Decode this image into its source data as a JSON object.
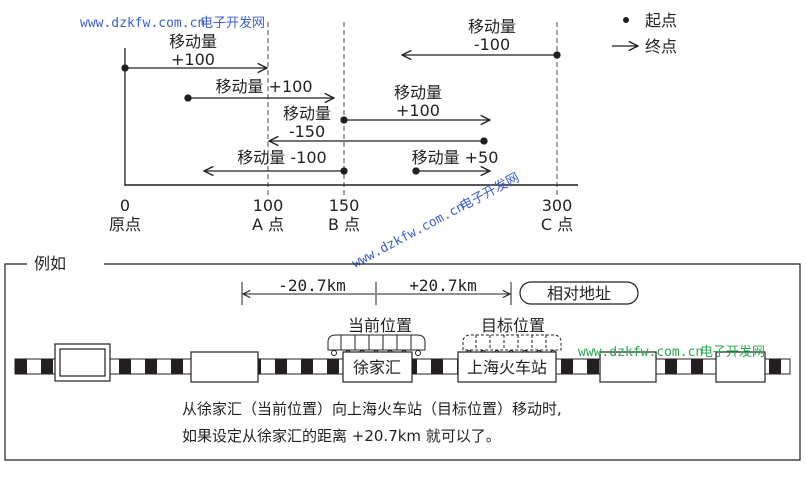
{
  "legend": {
    "start": "起点",
    "end": "终点"
  },
  "axis": {
    "ticks": [
      {
        "value": "0",
        "name": "原点"
      },
      {
        "value": "100",
        "name": "A 点"
      },
      {
        "value": "150",
        "name": "B 点"
      },
      {
        "value": "300",
        "name": "C 点"
      }
    ]
  },
  "moves": [
    {
      "label1": "移动量",
      "label2": "+100"
    },
    {
      "label1": "移动量 +100"
    },
    {
      "label1": "移动量",
      "label2": "+100"
    },
    {
      "label1": "移动量",
      "label2": "-150"
    },
    {
      "label1": "移动量 -100"
    },
    {
      "label1": "移动量 +50"
    },
    {
      "label1": "移动量",
      "label2": "-100"
    }
  ],
  "example": {
    "title": "例如",
    "minus_distance": "-20.7km",
    "plus_distance": "+20.7km",
    "relative_address": "相对地址",
    "current_position": "当前位置",
    "target_position": "目标位置",
    "station_current": "徐家汇",
    "station_target": "上海火车站",
    "desc_line1": "从徐家汇（当前位置）向上海火车站（目标位置）移动时,",
    "desc_line2": "如果设定从徐家汇的距离 +20.7km 就可以了。"
  },
  "watermarks": {
    "site": "www.dzkfw.com.cn",
    "brand": "电子开发网"
  }
}
